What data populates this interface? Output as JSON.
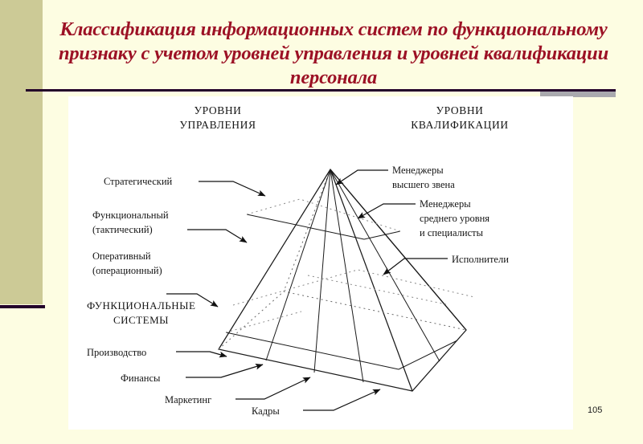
{
  "slide": {
    "page_number": "105",
    "title": "Классификация информационных систем по функциональному признаку с учетом уровней управления и уровней квалификации персонала",
    "title_color": "#9c1125",
    "band_color": "#ccca96",
    "rule_color": "#23002a",
    "background_color": "#fdfde2",
    "panel_color": "#ffffff"
  },
  "diagram": {
    "type": "pyramid",
    "headings": {
      "left_line1": "УРОВНИ",
      "left_line2": "УПРАВЛЕНИЯ",
      "right_line1": "УРОВНИ",
      "right_line2": "КВАЛИФИКАЦИИ"
    },
    "management_levels": [
      {
        "line1": "Стратегический",
        "line2": ""
      },
      {
        "line1": "Функциональный",
        "line2": "(тактический)"
      },
      {
        "line1": "Оперативный",
        "line2": "(операционный)"
      }
    ],
    "qualification_levels": [
      {
        "line1": "Менеджеры",
        "line2": "высшего звена",
        "line3": ""
      },
      {
        "line1": "Менеджеры",
        "line2": "среднего уровня",
        "line3": "и специалисты"
      },
      {
        "line1": "Исполнители",
        "line2": "",
        "line3": ""
      }
    ],
    "functional_systems_heading": {
      "line1": "ФУНКЦИОНАЛЬНЫЕ",
      "line2": "СИСТЕМЫ"
    },
    "functional_systems": [
      "Производство",
      "Финансы",
      "Маркетинг",
      "Кадры"
    ]
  }
}
